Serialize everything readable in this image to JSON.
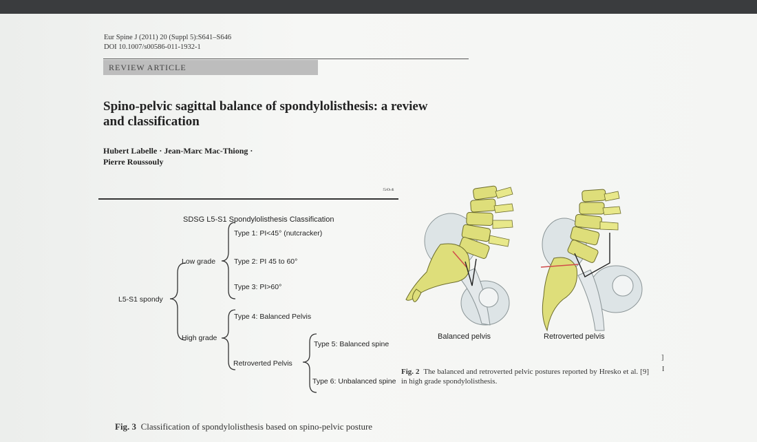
{
  "header": {
    "journal_line": "Eur Spine J (2011) 20 (Suppl 5):S641–S646",
    "doi": "DOI 10.1007/s00586-011-1932-1",
    "section": "REVIEW ARTICLE"
  },
  "article": {
    "title_line1": "Spino-pelvic sagittal balance of spondylolisthesis: a review",
    "title_line2": "and classification",
    "authors_line1": "Hubert Labelle · Jean-Marc Mac-Thiong ·",
    "authors_line2": "Pierre Roussouly",
    "page_fragment": "504"
  },
  "classification": {
    "title": "SDSG L5-S1 Spondylolisthesis Classification",
    "root": "L5-S1 spondy",
    "low_grade": "Low grade",
    "type1": "Type 1: PI<45°  (nutcracker)",
    "type2": "Type 2: PI 45 to 60°",
    "type3": "Type 3: PI>60°",
    "high_grade": "High grade",
    "type4": "Type 4: Balanced Pelvis",
    "retroverted": "Retroverted Pelvis",
    "type5": "Type 5: Balanced spine",
    "type6": "Type 6: Unbalanced spine"
  },
  "fig3": {
    "label": "Fig. 3",
    "caption": "Classification of spondylolisthesis based on spino-pelvic posture"
  },
  "fig2": {
    "balanced_label": "Balanced pelvis",
    "retroverted_label": "Retroverted pelvis",
    "label": "Fig. 2",
    "caption": "The balanced and retroverted pelvic postures reported by Hresko et al. [9] in high grade spondylolisthesis."
  },
  "side_marks": [
    "]",
    "I"
  ],
  "colors": {
    "bone": "#dede7a",
    "bone_outline": "#6b6b2a",
    "pelvis_shade": "#dde4e6",
    "red_line": "#d04a4a"
  }
}
